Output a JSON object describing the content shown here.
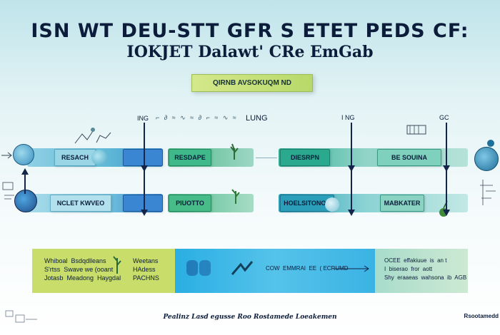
{
  "header": {
    "title_line1": "ISN WT DEU-STT GFR S ETET PEDS CF:",
    "title_line2": "IOKJET Dalawt' CRe EmGab",
    "pill_label": "QIRNB AVSOKUQM ND"
  },
  "stage_labels": {
    "left": "ING",
    "middle": "LUNG",
    "right_a": "I NG",
    "right_b": "GC",
    "glyphs": "⌐ ∂ ≈ ∿ ≈ ∂ ⌐ ≈ ∿ ≈"
  },
  "row1": {
    "box1": "RESACH",
    "box2": "RESDAPE",
    "box3": "DIESRPN",
    "box4": "BE  SOUINA"
  },
  "row2": {
    "box1": "NCLET  KWVEO",
    "box2": "PIUOTTO",
    "box3": "HOELSITONON",
    "box4": "MABKATER"
  },
  "bottom_panel": {
    "left_col1": "Whiboal  Bsdqdlleans\nS'rtss  Swave we (ooant\nJotasb  Meadong  Haygdal",
    "left_col2": "Weetans\nHAdess\nPACHNS",
    "center_caption": "COW  EMMRAI  EE  ( ECRUMD",
    "right_text": "OCEE  effakiuue  is  an t\nI  biserao  fror  aott\nShy  eraaeas  wahsona  ib  AGB"
  },
  "footer": {
    "center": "Pealinz  Lasd  egusse  Roo  Rostamede  Loeakemen",
    "right": "Rsootamedd"
  },
  "colors": {
    "navy": "#13254a",
    "band_blue": "#5fb8d6",
    "green": "#3fb98a",
    "lime": "#c9dd6a",
    "cyan": "#2aaee3"
  }
}
